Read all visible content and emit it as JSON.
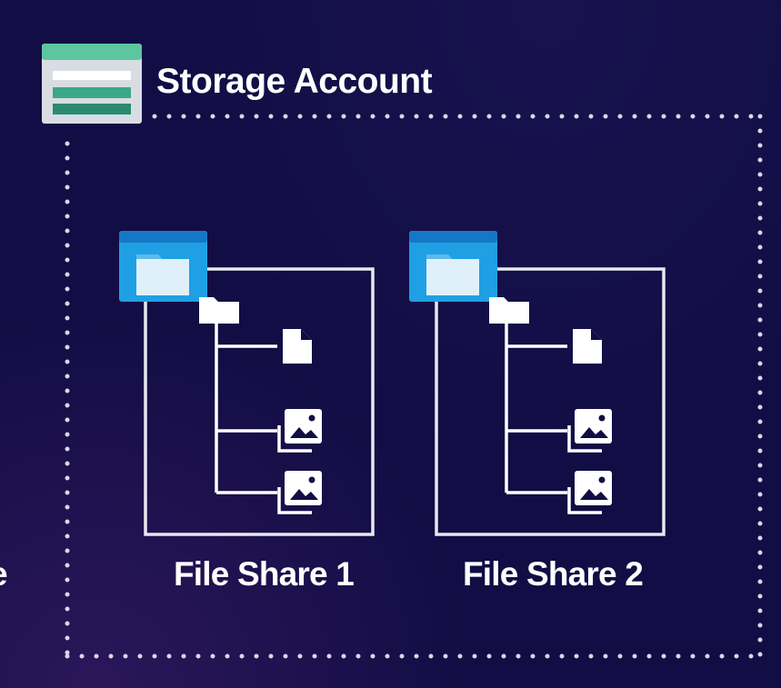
{
  "storage_account": {
    "title": "Storage Account",
    "icon": "storage-account-icon"
  },
  "file_shares": [
    {
      "label": "File Share 1",
      "icon": "file-share-icon",
      "tree": [
        "folder-icon",
        "document-icon",
        "images-icon",
        "images-icon"
      ]
    },
    {
      "label": "File Share 2",
      "icon": "file-share-icon",
      "tree": [
        "folder-icon",
        "document-icon",
        "images-icon",
        "images-icon"
      ]
    }
  ],
  "edge_text": "e",
  "colors": {
    "background": "#120d44",
    "storage_icon_top": "#6fcf97",
    "storage_icon_stripe": "#2e9e83",
    "share_icon_blue": "#1a8fd6",
    "share_icon_light": "#e8f3fb",
    "line": "#ffffff"
  }
}
